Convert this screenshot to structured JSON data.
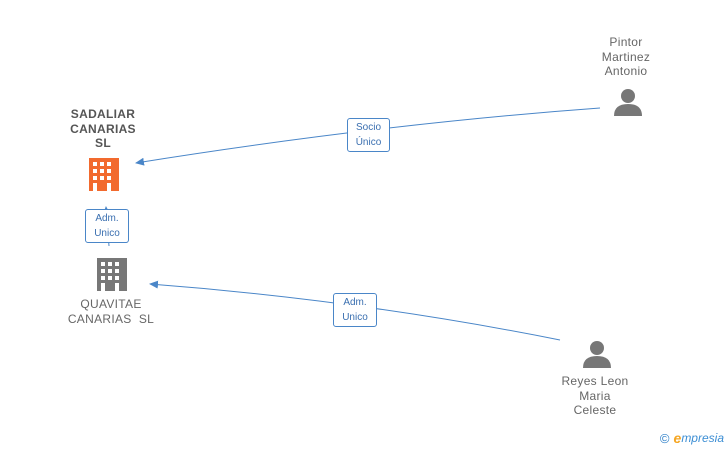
{
  "nodes": {
    "sadaliar": {
      "lines": [
        "SADALIAR",
        "CANARIAS",
        "SL"
      ],
      "color": "#f26a2e"
    },
    "quavitae": {
      "lines": [
        "QUAVITAE",
        "CANARIAS  SL"
      ],
      "color": "#777777"
    },
    "pintor": {
      "lines": [
        "Pintor",
        "Martinez",
        "Antonio"
      ],
      "color": "#777777"
    },
    "reyes": {
      "lines": [
        "Reyes Leon",
        "Maria",
        "Celeste"
      ],
      "color": "#777777"
    }
  },
  "edges": {
    "socio": {
      "lines": [
        "Socio",
        "Único"
      ]
    },
    "adm1": {
      "lines": [
        "Adm.",
        "Unico"
      ]
    },
    "adm2": {
      "lines": [
        "Adm.",
        "Unico"
      ]
    }
  },
  "colors": {
    "edge": "#4a86c8"
  },
  "watermark": {
    "copyright": "©",
    "brand_initial": "e",
    "brand_rest": "mpresia"
  }
}
